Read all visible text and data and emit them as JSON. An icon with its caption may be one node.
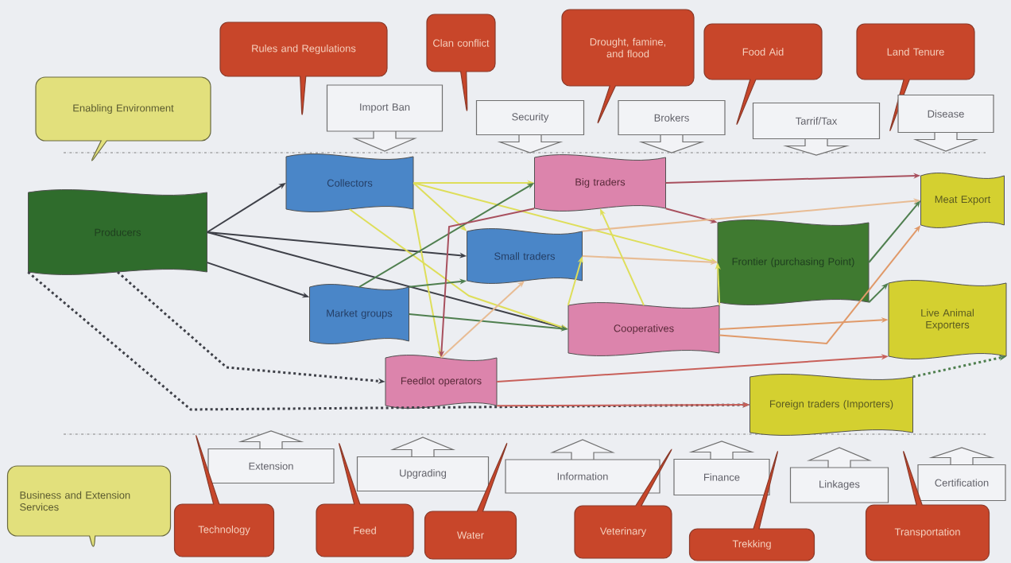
{
  "diagram": {
    "nodes": [
      {
        "text": [
          "Rules and Regulations"
        ]
      },
      {
        "text": [
          "Clan conflict"
        ]
      },
      {
        "text": [
          "Drought, famine, and flood"
        ]
      },
      {
        "text": [
          "Food Aid"
        ]
      },
      {
        "text": [
          "Land Tenure"
        ]
      },
      {
        "text": [
          "Enabling Environment"
        ]
      },
      {
        "text": [
          "Import Ban"
        ]
      },
      {
        "text": [
          "Security"
        ]
      },
      {
        "text": [
          "Brokers"
        ]
      },
      {
        "text": [
          "Tarrif/Tax"
        ]
      },
      {
        "text": [
          "Disease"
        ]
      },
      {
        "text": [
          "Producers"
        ]
      },
      {
        "text": [
          "Collectors"
        ]
      },
      {
        "text": [
          "Big traders"
        ]
      },
      {
        "text": [
          "Meat Export"
        ]
      },
      {
        "text": [
          "Small traders"
        ]
      },
      {
        "text": [
          "Frontier (purchasing Point)"
        ]
      },
      {
        "text": [
          "Market groups"
        ]
      },
      {
        "text": [
          "Cooperatives"
        ]
      },
      {
        "text": [
          "Live Animal Exporters"
        ]
      },
      {
        "text": [
          "Feedlot operators"
        ]
      },
      {
        "text": [
          "Foreign traders (Importers)"
        ]
      },
      {
        "text": [
          "Extension"
        ]
      },
      {
        "text": [
          "Upgrading"
        ]
      },
      {
        "text": [
          "Information"
        ]
      },
      {
        "text": [
          "Finance"
        ]
      },
      {
        "text": [
          "Linkages"
        ]
      },
      {
        "text": [
          "Certification"
        ]
      },
      {
        "text": [
          "Business and Extension Services"
        ]
      },
      {
        "text": [
          "Technology"
        ]
      },
      {
        "text": [
          "Feed"
        ]
      },
      {
        "text": [
          "Water"
        ]
      },
      {
        "text": [
          "Veterinary"
        ]
      },
      {
        "text": [
          "Trekking"
        ]
      },
      {
        "text": [
          "Transportation"
        ]
      }
    ],
    "edges": [
      {
        "from": 11,
        "to": 12,
        "arrow": "to",
        "color": "#3e4048"
      },
      {
        "from": 11,
        "to": 15,
        "arrow": "to",
        "color": "#3e4048"
      },
      {
        "from": 11,
        "to": 17,
        "arrow": "to",
        "color": "#3e4048"
      },
      {
        "from": 11,
        "to": 18,
        "arrow": "to",
        "color": "#3e4048"
      },
      {
        "from": 11,
        "to": 20,
        "arrow": "to",
        "style": "dashed",
        "color": "#3e4048"
      },
      {
        "from": 11,
        "to": 21,
        "arrow": "to",
        "style": "dashed",
        "color": "#3e4048"
      },
      {
        "from": 12,
        "to": 13,
        "arrow": "to",
        "color": "#dede5a"
      },
      {
        "from": 12,
        "to": 15,
        "arrow": "to",
        "color": "#dede5a"
      },
      {
        "from": 12,
        "to": 16,
        "arrow": "to",
        "color": "#dede5a"
      },
      {
        "from": 12,
        "to": 18,
        "arrow": "to",
        "color": "#dede5a"
      },
      {
        "from": 12,
        "to": 20,
        "arrow": "to",
        "color": "#dede5a"
      },
      {
        "from": 17,
        "to": 13,
        "arrow": "to",
        "color": "#4f7f4f"
      },
      {
        "from": 17,
        "to": 15,
        "arrow": "to",
        "color": "#4f7f4f"
      },
      {
        "from": 17,
        "to": 18,
        "arrow": "to",
        "color": "#4f7f4f"
      },
      {
        "from": 13,
        "to": 14,
        "arrow": "to",
        "color": "#a8505e"
      },
      {
        "from": 13,
        "to": 16,
        "arrow": "to",
        "color": "#a8505e"
      },
      {
        "from": 13,
        "to": 20,
        "arrow": "to",
        "color": "#a8505e"
      },
      {
        "from": 15,
        "to": 16,
        "arrow": "to",
        "color": "#e8bc94"
      },
      {
        "from": 15,
        "to": 14,
        "arrow": "to",
        "color": "#e8bc94"
      },
      {
        "from": 20,
        "to": 15,
        "arrow": "to",
        "color": "#e8bc94"
      },
      {
        "from": 18,
        "to": 13,
        "arrow": "to",
        "color": "#dede5a"
      },
      {
        "from": 18,
        "to": 15,
        "arrow": "to",
        "color": "#dede5a"
      },
      {
        "from": 18,
        "to": 16,
        "arrow": "to",
        "color": "#dede5a"
      },
      {
        "from": 18,
        "to": 19,
        "arrow": "to",
        "color": "#e09a6a"
      },
      {
        "from": 18,
        "to": 14,
        "arrow": "to",
        "color": "#e09a6a"
      },
      {
        "from": 16,
        "to": 14,
        "arrow": "to",
        "color": "#4f7f4f"
      },
      {
        "from": 16,
        "to": 19,
        "arrow": "to",
        "color": "#4f7f4f"
      },
      {
        "from": 20,
        "to": 19,
        "arrow": "to",
        "color": "#c8605a"
      },
      {
        "from": 20,
        "to": 21,
        "arrow": "to",
        "color": "#c8605a"
      },
      {
        "from": 21,
        "to": 19,
        "arrow": "to",
        "style": "dashed",
        "color": "#4f7f4f"
      }
    ]
  }
}
